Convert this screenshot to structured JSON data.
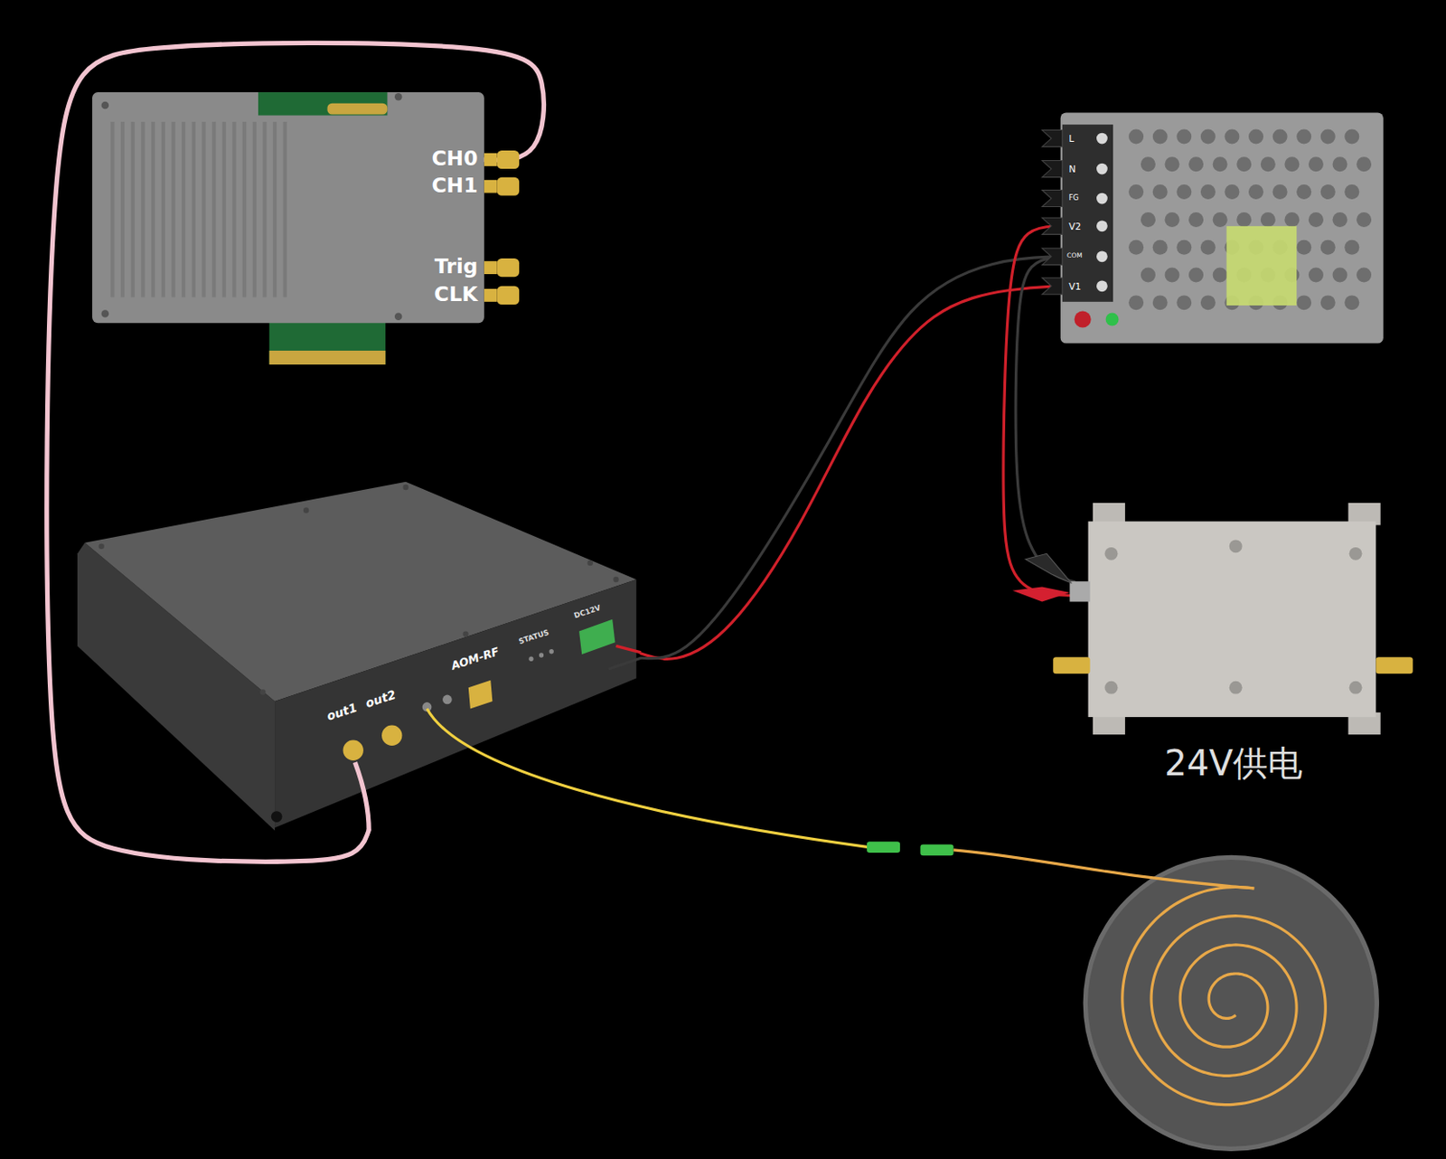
{
  "diagram": {
    "nodes": [
      {
        "text": [
          "CH0",
          "CH1",
          "Trig",
          "CLK"
        ]
      },
      {
        "text": [
          "L",
          "N",
          "FG",
          "V2",
          "COM",
          "V1"
        ]
      },
      {
        "text": [
          "out1",
          "out2",
          "AOM-RF",
          "STATUS",
          "DC12V"
        ]
      },
      {
        "text": [
          "24V供电"
        ]
      }
    ],
    "edges": [
      {
        "from": 0,
        "to": 2,
        "arrow": "none"
      },
      {
        "from": 1,
        "to": 2,
        "arrow": "none"
      },
      {
        "from": 1,
        "to": 2,
        "arrow": "none"
      },
      {
        "from": 1,
        "to": 3,
        "arrow": "none"
      },
      {
        "from": 1,
        "to": 3,
        "arrow": "none"
      }
    ]
  }
}
